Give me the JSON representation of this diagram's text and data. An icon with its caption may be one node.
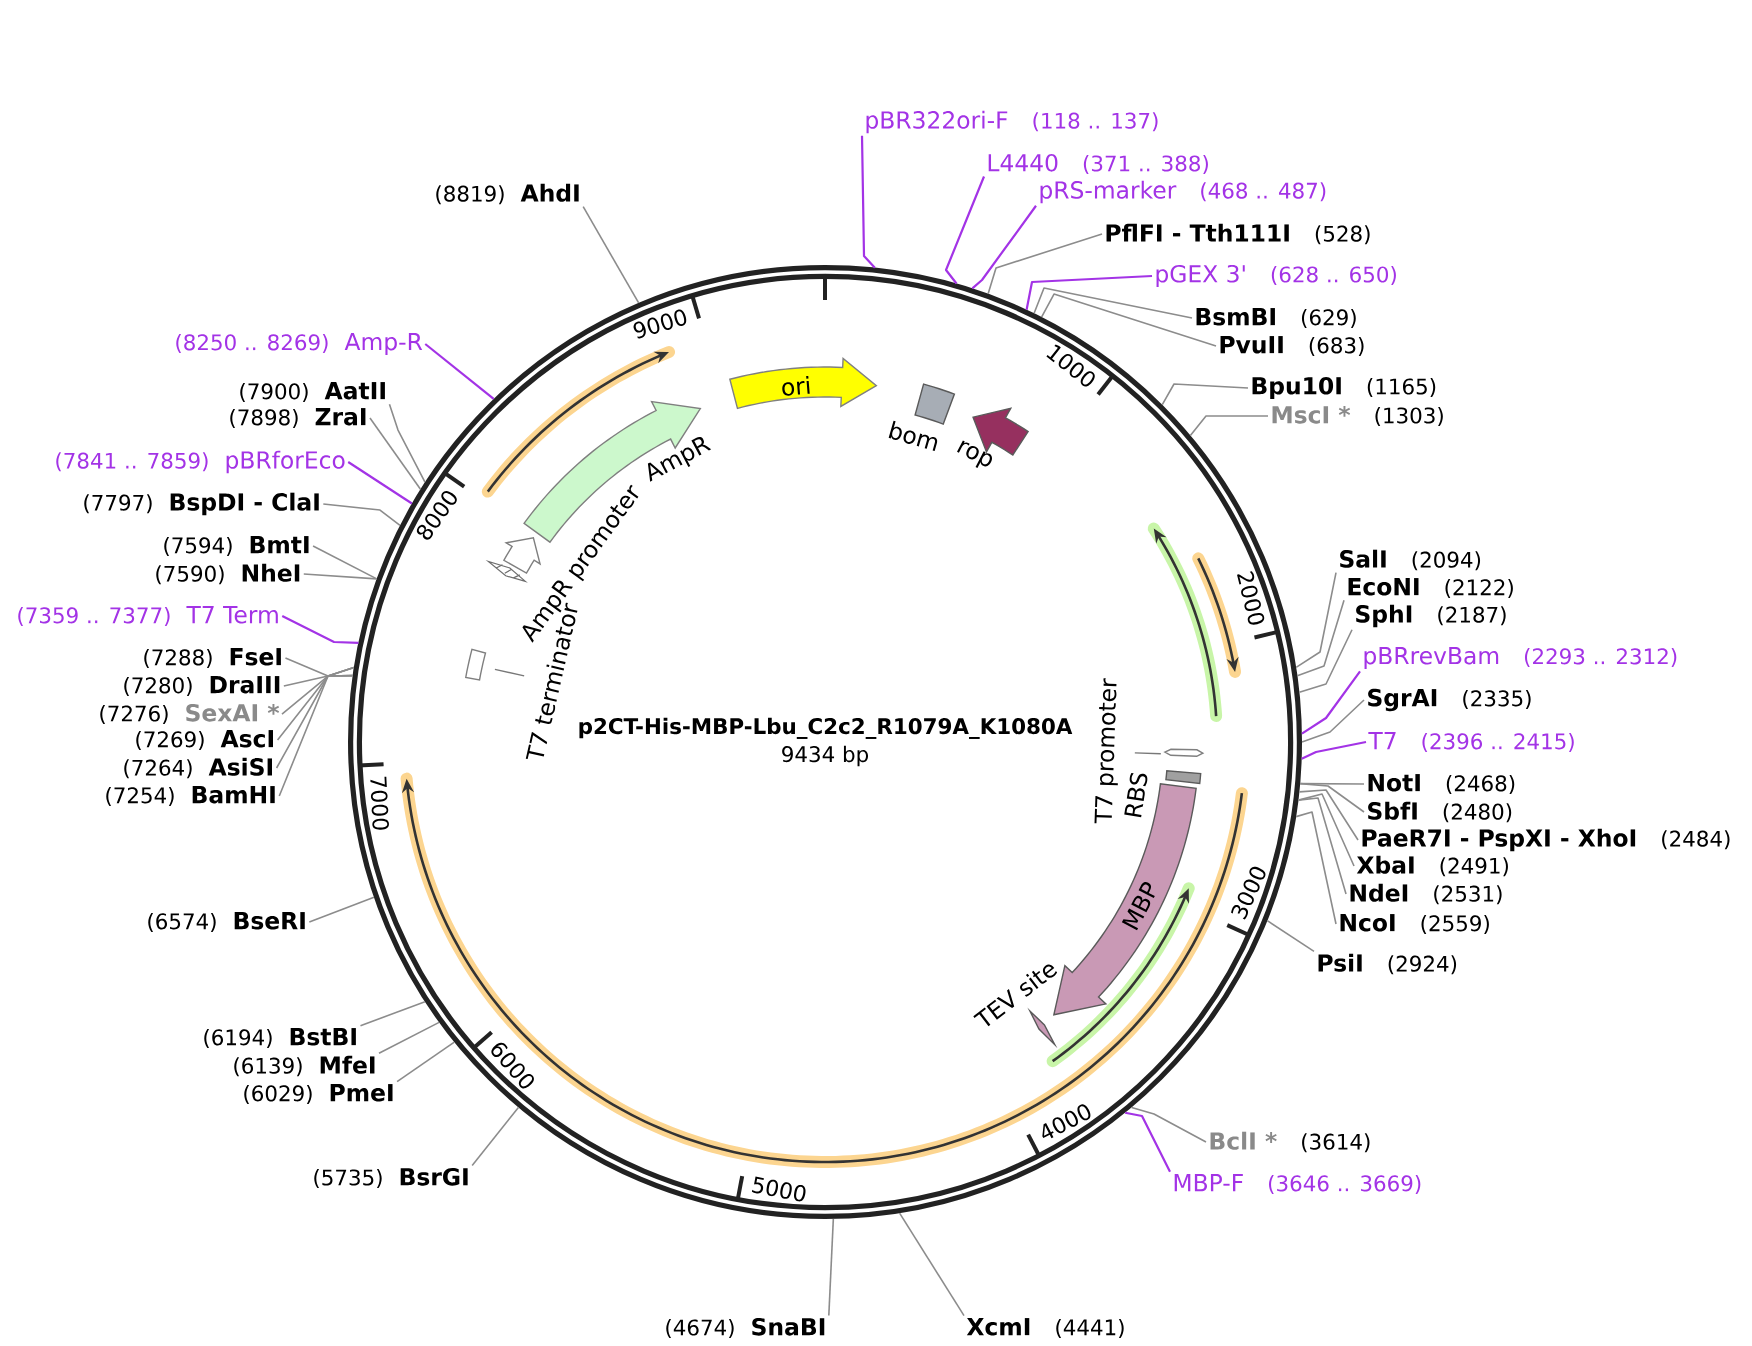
{
  "diagram": {
    "nodes": [
      {
        "text": [
          "p2CT-His-MBP-Lbu_C2c2_R1079A_K1080A",
          "9434 bp"
        ]
      },
      {
        "text": [
          "ori"
        ],
        "in": 0
      },
      {
        "text": [
          "bom"
        ],
        "in": 0
      },
      {
        "text": [
          "rop"
        ],
        "in": 0
      },
      {
        "text": [
          "AmpR"
        ],
        "in": 0
      },
      {
        "text": [
          "AmpR promoter"
        ],
        "in": 0
      },
      {
        "text": [
          "T7 terminator"
        ],
        "in": 0
      },
      {
        "text": [
          "T7 promoter"
        ],
        "in": 0
      },
      {
        "text": [
          "RBS"
        ],
        "in": 0
      },
      {
        "text": [
          "MBP"
        ],
        "in": 0
      },
      {
        "text": [
          "TEV site"
        ],
        "in": 0
      },
      {
        "text": [
          "pBR322ori-F",
          "(118 .. 137)"
        ]
      },
      {
        "text": [
          "L4440",
          "(371 .. 388)"
        ]
      },
      {
        "text": [
          "pRS-marker",
          "(468 .. 487)"
        ]
      },
      {
        "text": [
          "PflFI - Tth111I",
          "(528)"
        ]
      },
      {
        "text": [
          "pGEX 3'",
          "(628 .. 650)"
        ]
      },
      {
        "text": [
          "BsmBI",
          "(629)"
        ]
      },
      {
        "text": [
          "PvuII",
          "(683)"
        ]
      },
      {
        "text": [
          "Bpu10I",
          "(1165)"
        ]
      },
      {
        "text": [
          "MscI *",
          "(1303)"
        ]
      },
      {
        "text": [
          "SalI",
          "(2094)"
        ]
      },
      {
        "text": [
          "EcoNI",
          "(2122)"
        ]
      },
      {
        "text": [
          "SphI",
          "(2187)"
        ]
      },
      {
        "text": [
          "pBRrevBam",
          "(2293 .. 2312)"
        ]
      },
      {
        "text": [
          "SgrAI",
          "(2335)"
        ]
      },
      {
        "text": [
          "T7",
          "(2396 .. 2415)"
        ]
      },
      {
        "text": [
          "NotI",
          "(2468)"
        ]
      },
      {
        "text": [
          "SbfI",
          "(2480)"
        ]
      },
      {
        "text": [
          "PaeR7I - PspXI - XhoI",
          "(2484)"
        ]
      },
      {
        "text": [
          "XbaI",
          "(2491)"
        ]
      },
      {
        "text": [
          "NdeI",
          "(2531)"
        ]
      },
      {
        "text": [
          "NcoI",
          "(2559)"
        ]
      },
      {
        "text": [
          "PsiI",
          "(2924)"
        ]
      },
      {
        "text": [
          "BclI *",
          "(3614)"
        ]
      },
      {
        "text": [
          "MBP-F",
          "(3646 .. 3669)"
        ]
      },
      {
        "text": [
          "XcmI",
          "(4441)"
        ]
      },
      {
        "text": [
          "(4674)",
          "SnaBI"
        ]
      },
      {
        "text": [
          "(5735)",
          "BsrGI"
        ]
      },
      {
        "text": [
          "(6029)",
          "PmeI"
        ]
      },
      {
        "text": [
          "(6139)",
          "MfeI"
        ]
      },
      {
        "text": [
          "(6194)",
          "BstBI"
        ]
      },
      {
        "text": [
          "(6574)",
          "BseRI"
        ]
      },
      {
        "text": [
          "(7254)",
          "BamHI"
        ]
      },
      {
        "text": [
          "(7264)",
          "AsiSI"
        ]
      },
      {
        "text": [
          "(7269)",
          "AscI"
        ]
      },
      {
        "text": [
          "(7276)",
          "SexAI *"
        ]
      },
      {
        "text": [
          "(7280)",
          "DraIII"
        ]
      },
      {
        "text": [
          "(7288)",
          "FseI"
        ]
      },
      {
        "text": [
          "(7359 .. 7377)",
          "T7 Term"
        ]
      },
      {
        "text": [
          "(7590)",
          "NheI"
        ]
      },
      {
        "text": [
          "(7594)",
          "BmtI"
        ]
      },
      {
        "text": [
          "(7797)",
          "BspDI - ClaI"
        ]
      },
      {
        "text": [
          "(7841 .. 7859)",
          "pBRforEco"
        ]
      },
      {
        "text": [
          "(7898)",
          "ZraI"
        ]
      },
      {
        "text": [
          "(7900)",
          "AatII"
        ]
      },
      {
        "text": [
          "(8250 .. 8269)",
          "Amp-R"
        ]
      },
      {
        "text": [
          "(8819)",
          "AhdI"
        ]
      }
    ],
    "edges": [
      {
        "from": 11,
        "to": 0,
        "arrow": "none",
        "color": "#a333e6"
      },
      {
        "from": 12,
        "to": 0,
        "arrow": "none",
        "color": "#a333e6"
      },
      {
        "from": 13,
        "to": 0,
        "arrow": "none",
        "color": "#a333e6"
      },
      {
        "from": 14,
        "to": 0,
        "arrow": "none"
      },
      {
        "from": 15,
        "to": 0,
        "arrow": "none",
        "color": "#a333e6"
      },
      {
        "from": 16,
        "to": 0,
        "arrow": "none"
      },
      {
        "from": 17,
        "to": 0,
        "arrow": "none"
      },
      {
        "from": 18,
        "to": 0,
        "arrow": "none"
      },
      {
        "from": 19,
        "to": 0,
        "arrow": "none"
      },
      {
        "from": 20,
        "to": 0,
        "arrow": "none"
      },
      {
        "from": 21,
        "to": 0,
        "arrow": "none"
      },
      {
        "from": 22,
        "to": 0,
        "arrow": "none"
      },
      {
        "from": 23,
        "to": 0,
        "arrow": "none",
        "color": "#a333e6"
      },
      {
        "from": 24,
        "to": 0,
        "arrow": "none"
      },
      {
        "from": 25,
        "to": 0,
        "arrow": "none",
        "color": "#a333e6"
      },
      {
        "from": 26,
        "to": 0,
        "arrow": "none"
      },
      {
        "from": 27,
        "to": 0,
        "arrow": "none"
      },
      {
        "from": 28,
        "to": 0,
        "arrow": "none"
      },
      {
        "from": 29,
        "to": 0,
        "arrow": "none"
      },
      {
        "from": 30,
        "to": 0,
        "arrow": "none"
      },
      {
        "from": 31,
        "to": 0,
        "arrow": "none"
      },
      {
        "from": 32,
        "to": 0,
        "arrow": "none"
      },
      {
        "from": 33,
        "to": 0,
        "arrow": "none"
      },
      {
        "from": 34,
        "to": 0,
        "arrow": "none",
        "color": "#a333e6"
      },
      {
        "from": 35,
        "to": 0,
        "arrow": "none"
      },
      {
        "from": 36,
        "to": 0,
        "arrow": "none"
      },
      {
        "from": 37,
        "to": 0,
        "arrow": "none"
      },
      {
        "from": 38,
        "to": 0,
        "arrow": "none"
      },
      {
        "from": 39,
        "to": 0,
        "arrow": "none"
      },
      {
        "from": 40,
        "to": 0,
        "arrow": "none"
      },
      {
        "from": 41,
        "to": 0,
        "arrow": "none"
      },
      {
        "from": 42,
        "to": 0,
        "arrow": "none"
      },
      {
        "from": 43,
        "to": 0,
        "arrow": "none"
      },
      {
        "from": 44,
        "to": 0,
        "arrow": "none"
      },
      {
        "from": 45,
        "to": 0,
        "arrow": "none"
      },
      {
        "from": 46,
        "to": 0,
        "arrow": "none"
      },
      {
        "from": 47,
        "to": 0,
        "arrow": "none"
      },
      {
        "from": 48,
        "to": 0,
        "arrow": "none",
        "color": "#a333e6"
      },
      {
        "from": 49,
        "to": 0,
        "arrow": "none"
      },
      {
        "from": 50,
        "to": 0,
        "arrow": "none"
      },
      {
        "from": 51,
        "to": 0,
        "arrow": "none"
      },
      {
        "from": 52,
        "to": 0,
        "arrow": "none",
        "color": "#a333e6"
      },
      {
        "from": 53,
        "to": 0,
        "arrow": "none"
      },
      {
        "from": 54,
        "to": 0,
        "arrow": "none"
      },
      {
        "from": 55,
        "to": 0,
        "arrow": "none",
        "color": "#a333e6"
      },
      {
        "from": 56,
        "to": 0,
        "arrow": "none"
      }
    ],
    "labels": [
      "1000",
      "2000",
      "3000",
      "4000",
      "5000",
      "6000",
      "7000",
      "8000",
      "9000"
    ]
  }
}
